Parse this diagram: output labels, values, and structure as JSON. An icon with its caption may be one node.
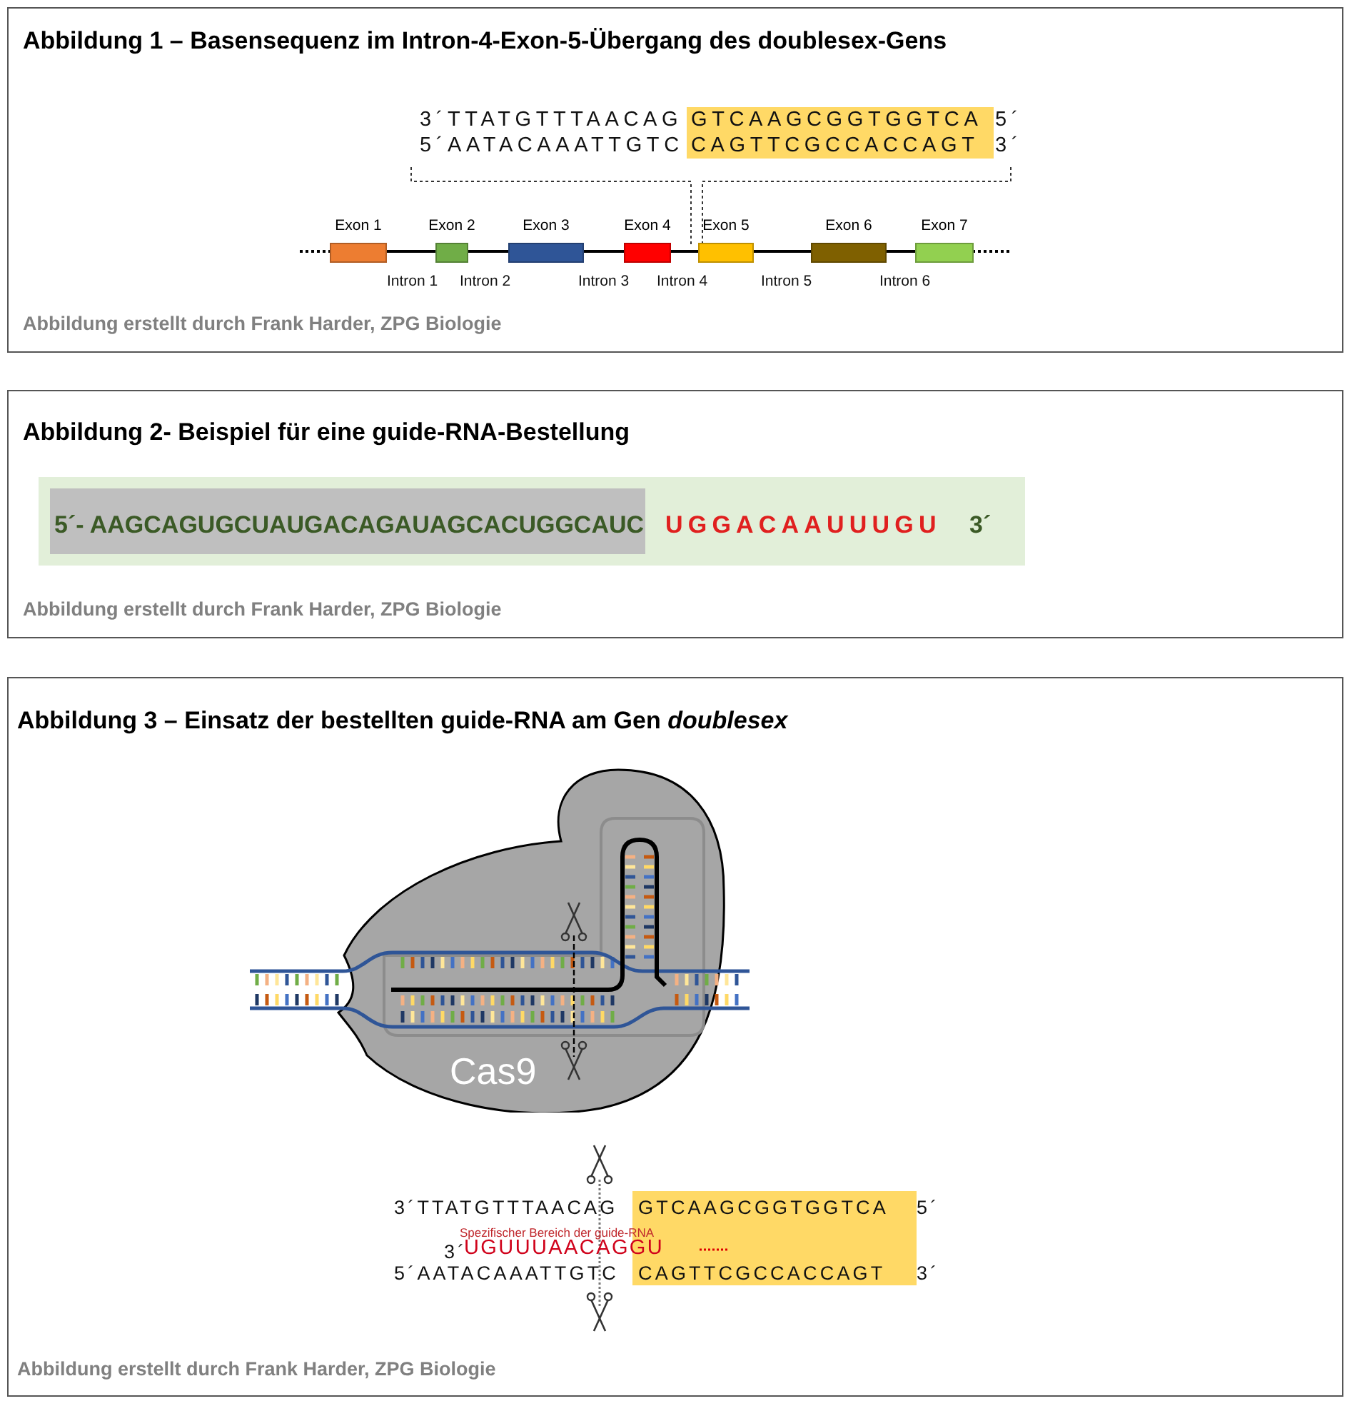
{
  "diagram": {
    "nodes": [
      {
        "text": [
          "Abbildung 1 – Basensequenz im Intron-4-Exon-5-Übergang des doublesex-Gens",
          "Abbildung erstellt durch Frank Harder, ZPG Biologie"
        ]
      },
      {
        "text": [
          "Exon 1"
        ],
        "in": 0
      },
      {
        "text": [
          "Exon 2"
        ],
        "in": 0
      },
      {
        "text": [
          "Exon 3"
        ],
        "in": 0
      },
      {
        "text": [
          "Exon 4"
        ],
        "in": 0
      },
      {
        "text": [
          "Exon 5"
        ],
        "in": 0
      },
      {
        "text": [
          "Exon 6"
        ],
        "in": 0
      },
      {
        "text": [
          "Exon 7"
        ],
        "in": 0
      },
      {
        "text": [
          "Abbildung 2- Beispiel für eine guide-RNA-Bestellung",
          "Abbildung erstellt durch Frank Harder, ZPG Biologie"
        ]
      },
      {
        "text": [
          "Abbildung 3 – Einsatz der bestellten guide-RNA am Gen *doublesex*",
          "Abbildung erstellt durch Frank Harder, ZPG Biologie"
        ]
      },
      {
        "text": [
          "Cas9"
        ],
        "in": 9
      }
    ],
    "edges": [],
    "labels": [
      "3´TTATGTTTAACAG",
      "GTCAAGCGGTGGTCA",
      "5´",
      "5´AATACAAATTGTC",
      "CAGTTCGCCACCAGT",
      "3´",
      "Intron 1",
      "Intron 2",
      "Intron 3",
      "Intron 4",
      "Intron 5",
      "Intron 6",
      "5´- AAGCAGUGCUAUGACAGAUAGCACUGGCAUC",
      "UGGACAAUUUGU",
      "3´",
      "3´TTATGTTTAACAG",
      "GTCAAGCGGTGGTCA",
      "5´",
      "Spezifischer Bereich der guide-RNA",
      "3´",
      "UGUUUAACAGGU",
      "5´AATACAAATTGTC",
      "CAGTTCGCCACCAGT",
      "3´"
    ]
  }
}
